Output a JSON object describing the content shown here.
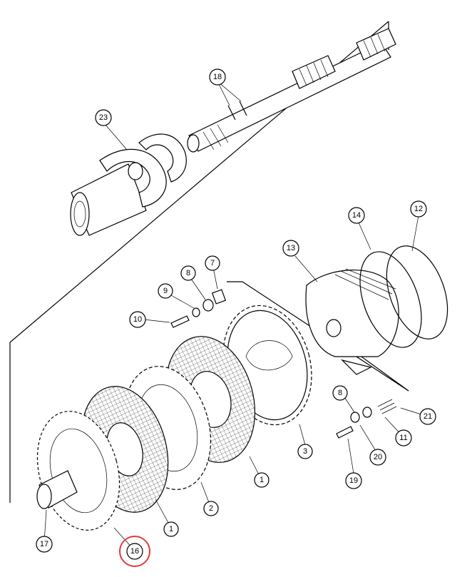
{
  "diagram": {
    "callouts": {
      "c1a": "1",
      "c1b": "1",
      "c2": "2",
      "c3": "3",
      "c7": "7",
      "c8a": "8",
      "c8b": "8",
      "c9": "9",
      "c10": "10",
      "c11": "11",
      "c12": "12",
      "c13": "13",
      "c14": "14",
      "c16": "16",
      "c17": "17",
      "c18": "18",
      "c19": "19",
      "c20": "20",
      "c21": "21",
      "c23": "23"
    },
    "highlight_color": "#e23b3b",
    "highlighted_callout": "16"
  }
}
